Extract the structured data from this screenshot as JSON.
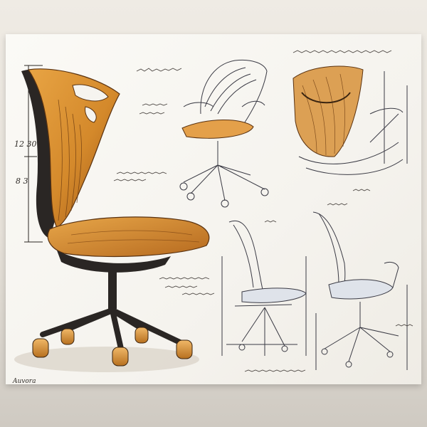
{
  "sheet": {
    "dimensions": {
      "height_top": "12 30",
      "height_mid": "8 3"
    },
    "signature": "Auvora",
    "colors": {
      "shell_orange": "#d58a2c",
      "shell_dark": "#8a4a14",
      "frame": "#2a2624",
      "ink": "#3a3a44",
      "paper": "#f6f4ef",
      "wall": "#e9e5de"
    }
  }
}
